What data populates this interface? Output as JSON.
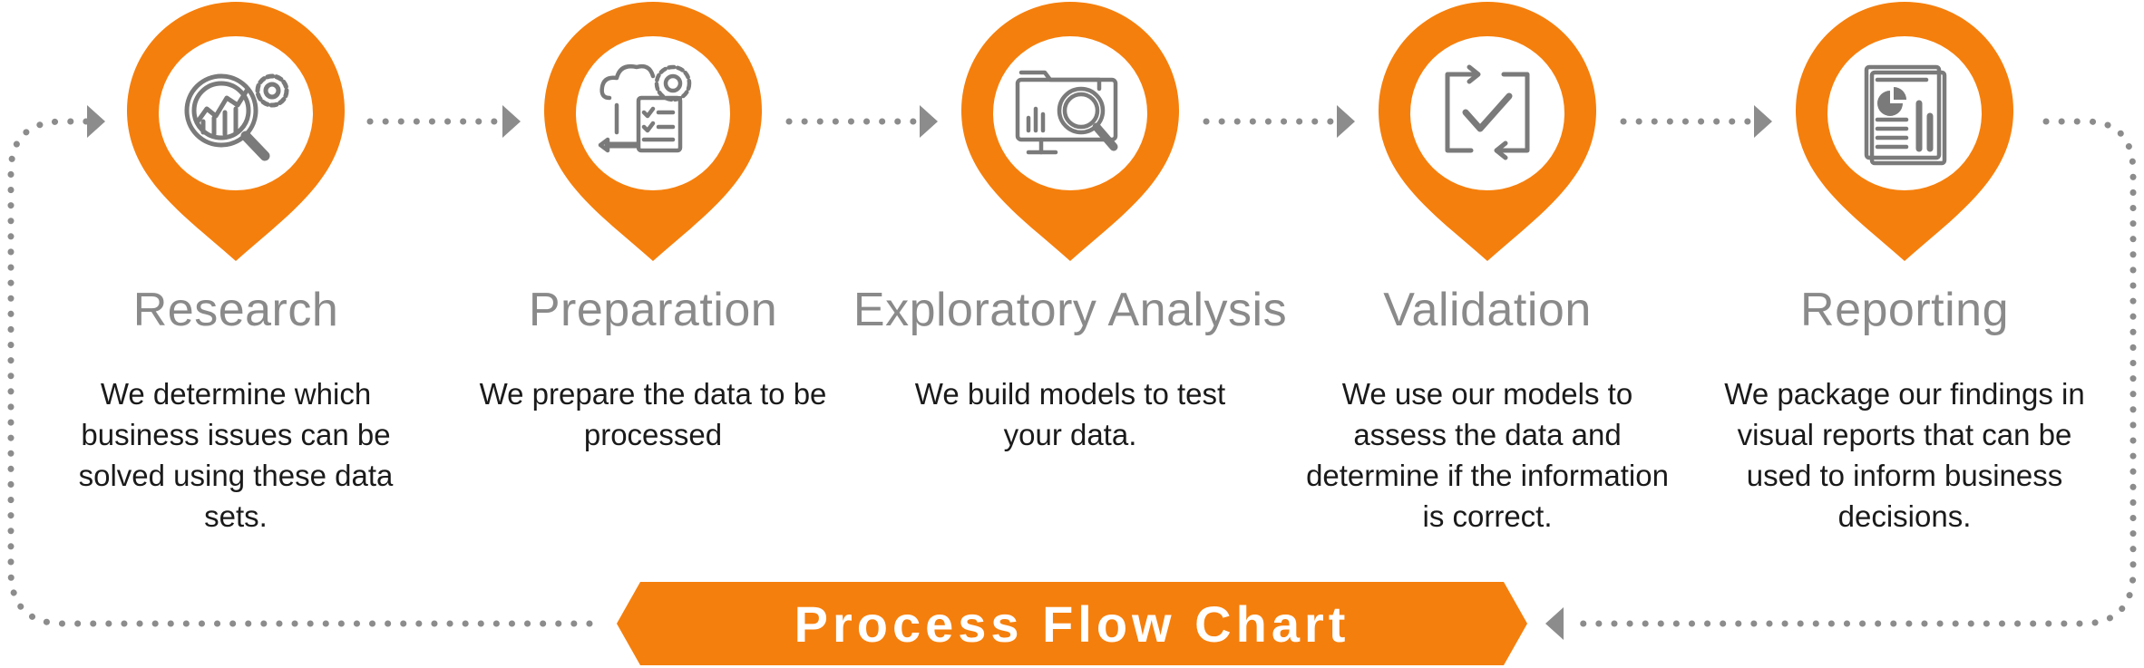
{
  "accent_color": "#f57f0c",
  "connector_color": "#8c8c8c",
  "steps": [
    {
      "title": "Research",
      "description": "We determine which business issues can be solved using these data sets.",
      "icon": "magnifier-chart-gear-icon"
    },
    {
      "title": "Preparation",
      "description": "We prepare the data to be processed",
      "icon": "cloud-gear-checklist-icon"
    },
    {
      "title": "Exploratory Analysis",
      "description": "We build models to test your data.",
      "icon": "monitor-magnifier-icon"
    },
    {
      "title": "Validation",
      "description": "We use our models to assess the data and determine if the information is correct.",
      "icon": "checkbox-refresh-icon"
    },
    {
      "title": "Reporting",
      "description": "We package our findings in visual reports that can be used to inform business decisions.",
      "icon": "report-document-icon"
    }
  ],
  "banner": {
    "label": "Process Flow Chart"
  }
}
